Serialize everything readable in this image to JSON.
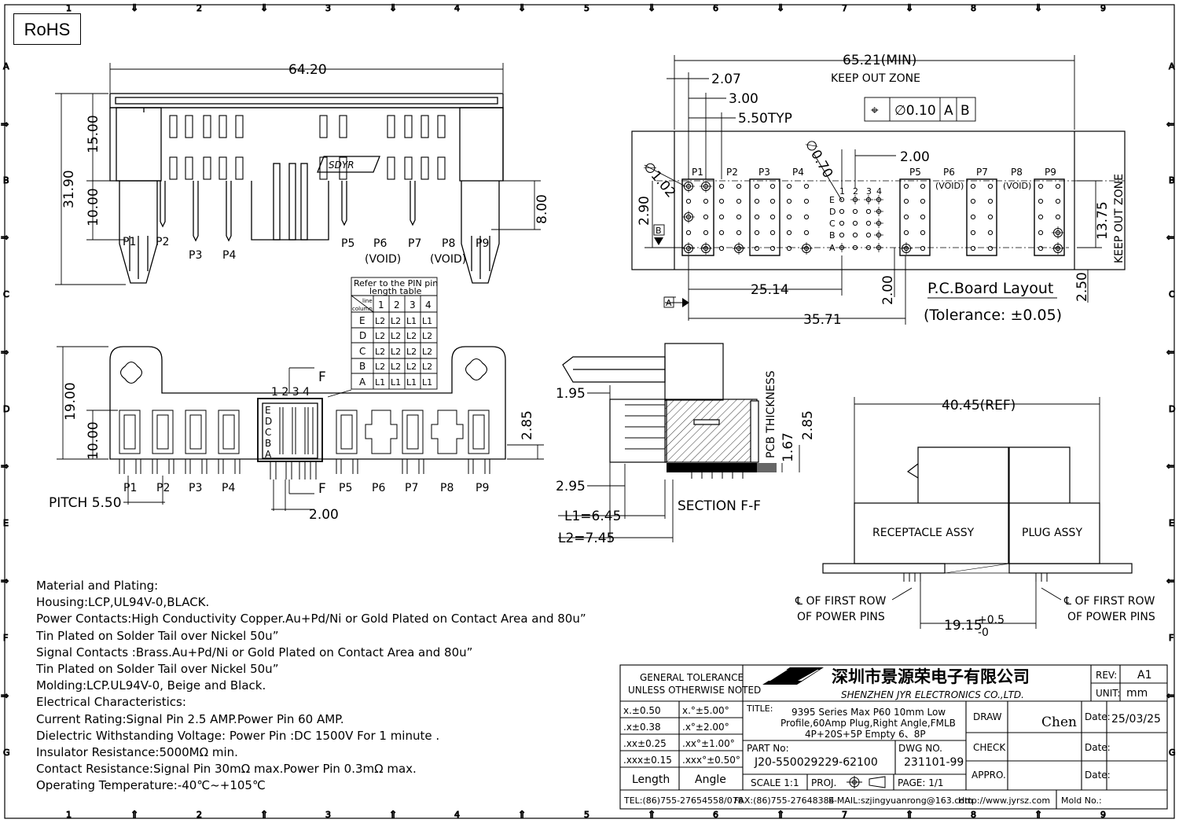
{
  "rohs": "RoHS",
  "frame": {
    "cols": [
      "1",
      "2",
      "3",
      "4",
      "5",
      "6",
      "7",
      "8",
      "9"
    ],
    "rows": [
      "A",
      "B",
      "C",
      "D",
      "E",
      "F",
      "G"
    ]
  },
  "front_view": {
    "d_width": "64.20",
    "d_height": "31.90",
    "d_top": "15.00",
    "d_pin": "10.00",
    "d_right": "8.00",
    "logo": "SDYR",
    "pins": [
      "P1",
      "P2",
      "P3",
      "P4",
      "P5",
      "P6",
      "P7",
      "P8",
      "P9"
    ],
    "void": "(VOID)"
  },
  "pin_table": {
    "title1": "Refer to the PIN pin",
    "title2": "length table",
    "corner_line": "line",
    "corner_column": "column",
    "cols": [
      "1",
      "2",
      "3",
      "4"
    ],
    "rows": [
      {
        "r": "E",
        "v": [
          "L2",
          "L2",
          "L1",
          "L1"
        ]
      },
      {
        "r": "D",
        "v": [
          "L2",
          "L2",
          "L2",
          "L2"
        ]
      },
      {
        "r": "C",
        "v": [
          "L2",
          "L2",
          "L2",
          "L2"
        ]
      },
      {
        "r": "B",
        "v": [
          "L2",
          "L2",
          "L2",
          "L2"
        ]
      },
      {
        "r": "A",
        "v": [
          "L1",
          "L1",
          "L1",
          "L1"
        ]
      }
    ]
  },
  "bottom_view": {
    "d_height": "19.00",
    "d_body": "10.00",
    "d_right": "2.85",
    "pitch": "PITCH 5.50",
    "pitch2": "2.00",
    "section_mark": "F",
    "sig_cols": "1 2 3 4",
    "sig_rows": [
      "E",
      "D",
      "C",
      "B",
      "A"
    ]
  },
  "pcb_layout": {
    "keep_out": "65.21(MIN)",
    "keep_out_label": "KEEP OUT ZONE",
    "d1": "2.07",
    "d2": "3.00",
    "d3": "5.50TYP",
    "tol_sym": "⌖",
    "tol_val": "∅0.10",
    "tol_a": "A",
    "tol_b": "B",
    "d_2_00": "2.00",
    "d_hole1": "∅1.02",
    "d_hole2": "∅0.70",
    "d_2_90": "2.90",
    "d_13_75": "13.75",
    "keep_out_v": "KEEP OUT ZONE",
    "d_25_14": "25.14",
    "d_35_71": "35.71",
    "d_2_00b": "2.00",
    "d_2_50": "2.50",
    "datum_a": "A",
    "datum_b": "B",
    "title": "P.C.Board Layout",
    "tolerance": "(Tolerance: ±0.05)",
    "pins": [
      "P1",
      "P2",
      "P3",
      "P4",
      "P5",
      "P6",
      "P7",
      "P8",
      "P9"
    ],
    "void": "(VOID)",
    "sig_rows": [
      "E",
      "D",
      "C",
      "B",
      "A"
    ],
    "sig_cols": [
      "1",
      "2",
      "3",
      "4"
    ]
  },
  "section": {
    "d_1_95": "1.95",
    "d_2_95": "2.95",
    "l1": "L1=6.45",
    "l2": "L2=7.45",
    "pcb_thickness": "PCB THICKNESS",
    "d_1_67": "1.67",
    "d_2_85": "2.85",
    "title": "SECTION F-F"
  },
  "mating": {
    "ref": "40.45(REF)",
    "receptacle": "RECEPTACLE ASSY",
    "plug": "PLUG ASSY",
    "cl_left1": "℄ OF FIRST ROW",
    "cl_left2": "OF POWER PINS",
    "cl_right1": "℄ OF FIRST ROW",
    "cl_right2": "OF POWER PINS",
    "d_19_15": "19.15",
    "tol_plus": "+0.5",
    "tol_minus": "-0"
  },
  "notes": [
    "Material and Plating:",
    "Housing:LCP,UL94V-0,BLACK.",
    "Power Contacts:High Conductivity Copper.Au+Pd/Ni or Gold Plated on Contact Area and 80u”",
    "Tin Plated on Solder Tail over Nickel 50u”",
    "Signal Contacts :Brass.Au+Pd/Ni or Gold Plated on Contact Area and 80u”",
    "Tin Plated on Solder Tail over Nickel 50u”",
    "Molding:LCP.UL94V-0, Beige and Black.",
    "Electrical Characteristics:",
    "Current Rating:Signal Pin 2.5 AMP.Power Pin 60 AMP.",
    "Dielectric Withstanding Voltage:  Power Pin :DC 1500V For 1 minute .",
    "Insulator Resistance:5000MΩ min.",
    "Contact Resistance:Signal Pin 30mΩ max.Power Pin 0.3mΩ max.",
    "Operating Temperature:-40℃~+105℃"
  ],
  "title_block": {
    "general_tol1": "GENERAL TOLERANCE",
    "general_tol2": "UNLESS OTHERWISE NOTED",
    "company_cn": "深圳市景源荣电子有限公司",
    "company_en": "SHENZHEN JYR ELECTRONICS CO.,LTD.",
    "tol_rows": [
      {
        "a": "x.±0.50",
        "b": "x.°±5.00°"
      },
      {
        "a": ".x±0.38",
        "b": ".x°±2.00°"
      },
      {
        "a": ".xx±0.25",
        "b": ".xx°±1.00°"
      },
      {
        "a": ".xxx±0.15",
        "b": ".xxx°±0.50°"
      }
    ],
    "length": "Length",
    "angle": "Angle",
    "title_label": "TITLE:",
    "title1": "9395 Series Max P60 10mm Low",
    "title2": "Profile,60Amp Plug,Right Angle,FMLB",
    "title3": "4P+20S+5P Empty 6、8P",
    "part_no_label": "PART No:",
    "part_no": "J20-550029229-62100",
    "dwg_no_label": "DWG NO.",
    "dwg_no": "231101-99",
    "scale": "SCALE 1:1",
    "proj": "PROJ.",
    "page": "PAGE:  1/1",
    "draw": "DRAW",
    "drawer": "Chen",
    "check": "CHECK",
    "appro": "APPRO.",
    "date_label": "Date:",
    "date": "25/03/25",
    "rev_label": "REV:",
    "rev": "A1",
    "unit_label": "UNIT:",
    "unit": "mm",
    "tel": "TEL:(86)755-27654558/078",
    "fax": "FAX:(86)755-27648384",
    "email": "E-MAIL:szjingyuanrong@163.com",
    "web": "Http://www.jyrsz.com",
    "mold": "Mold No.:"
  }
}
